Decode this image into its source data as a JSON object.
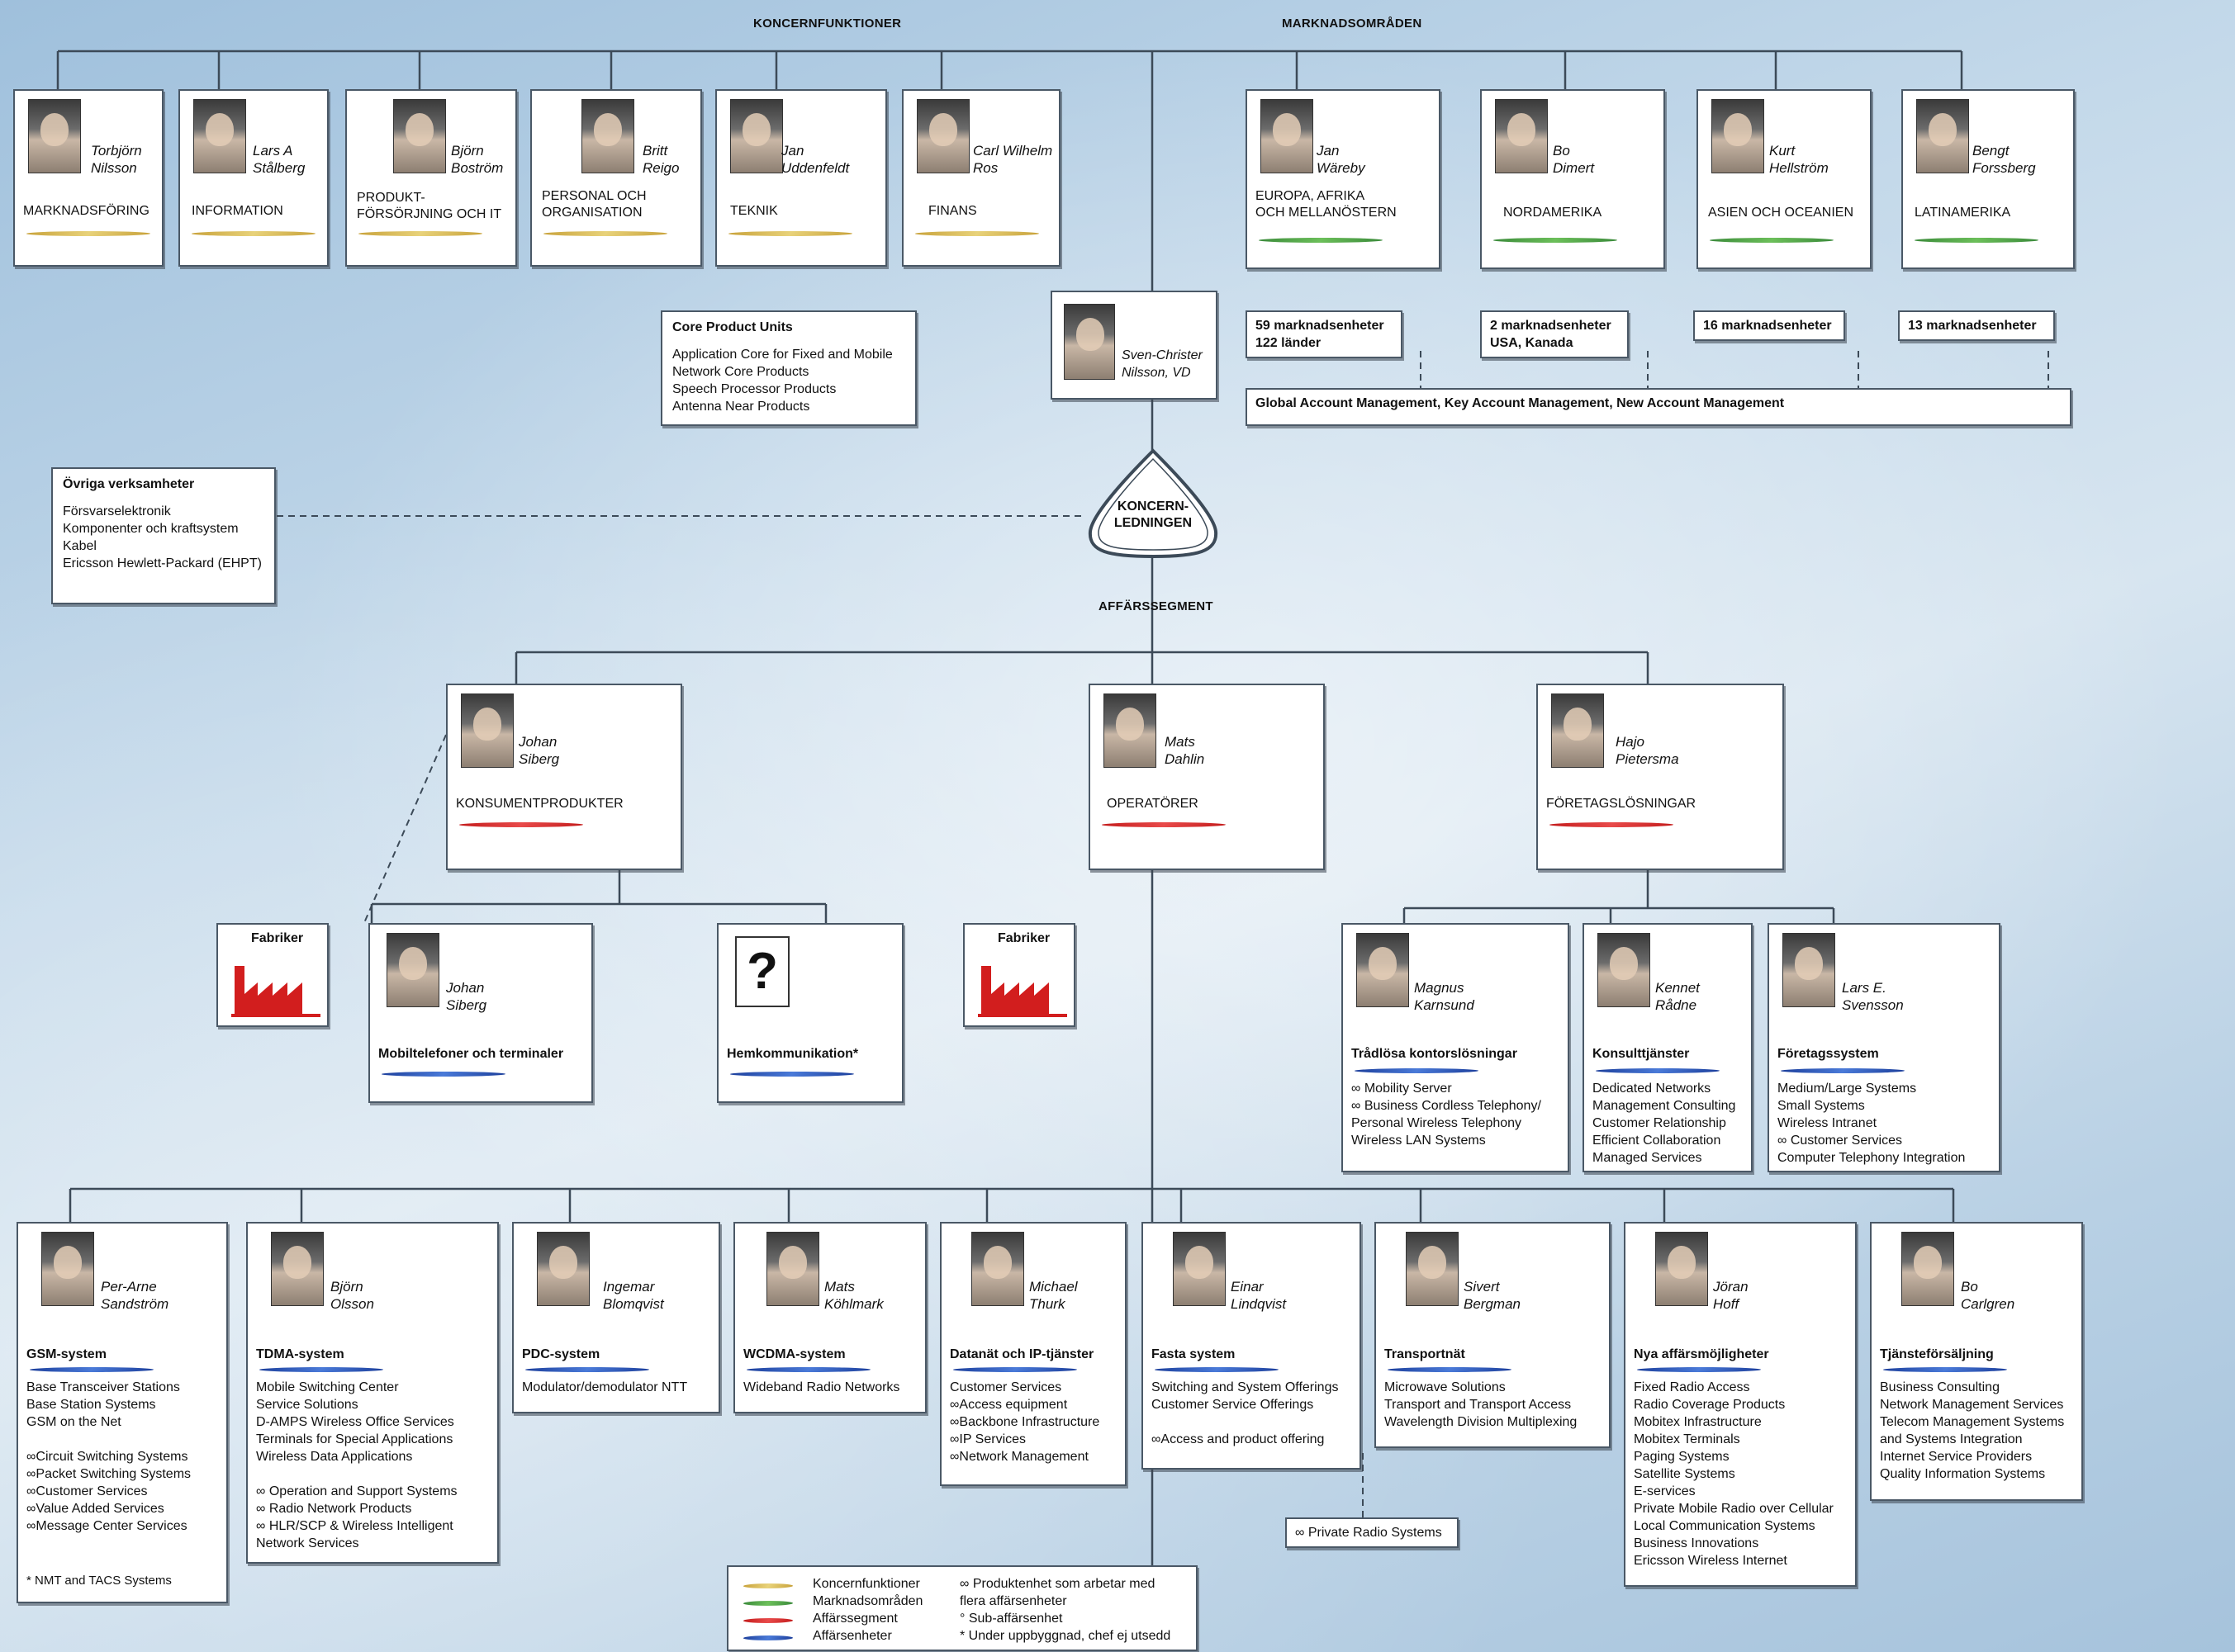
{
  "headings": {
    "koncernfunktioner": "KONCERNFUNKTIONER",
    "marknadsomraden": "MARKNADSOMRÅDEN",
    "affarssegment": "AFFÄRSSEGMENT"
  },
  "top_functions": [
    {
      "name": "Torbjörn\nNilsson",
      "unit": "MARKNADSFÖRING"
    },
    {
      "name": "Lars A\nStålberg",
      "unit": "INFORMATION"
    },
    {
      "name": "Björn\nBoström",
      "unit": "PRODUKT-\nFÖRSÖRJNING OCH IT"
    },
    {
      "name": "Britt\nReigo",
      "unit": "PERSONAL OCH\nORGANISATION"
    },
    {
      "name": "Jan\nUddenfeldt",
      "unit": "TEKNIK"
    },
    {
      "name": "Carl Wilhelm\nRos",
      "unit": "FINANS"
    }
  ],
  "market_areas": [
    {
      "name": "Jan\nWäreby",
      "unit": "EUROPA, AFRIKA\nOCH MELLANÖSTERN",
      "count": "59 marknadsenheter\n122 länder"
    },
    {
      "name": "Bo\nDimert",
      "unit": "NORDAMERIKA",
      "count": "2 marknadsenheter\nUSA, Kanada"
    },
    {
      "name": "Kurt\nHellström",
      "unit": "ASIEN OCH OCEANIEN",
      "count": "16 marknadsenheter"
    },
    {
      "name": "Bengt\nForssberg",
      "unit": "LATINAMERIKA",
      "count": "13 marknadsenheter"
    }
  ],
  "core_product_units": {
    "title": "Core Product Units",
    "items": "Application Core for Fixed and Mobile\nNetwork Core Products\nSpeech Processor Products\nAntenna Near Products"
  },
  "ceo": {
    "name": "Sven-Christer\nNilsson, VD"
  },
  "global_account": "Global Account Management, Key Account Management, New Account Management",
  "ovriga": {
    "title": "Övriga verksamheter",
    "items": "Försvarselektronik\nKomponenter och kraftsystem\nKabel\nEricsson Hewlett-Packard (EHPT)"
  },
  "koncernledningen": "KONCERN-\nLEDNINGEN",
  "segments": [
    {
      "name": "Johan\nSiberg",
      "unit": "KONSUMENTPRODUKTER"
    },
    {
      "name": "Mats\nDahlin",
      "unit": "OPERATÖRER"
    },
    {
      "name": "Hajo\nPietersma",
      "unit": "FÖRETAGSLÖSNINGAR"
    }
  ],
  "fabriker": "Fabriker",
  "consumer_units": [
    {
      "name": "Johan\nSiberg",
      "unit": "Mobiltelefoner och terminaler"
    },
    {
      "name": "",
      "unit": "Hemkommunikation*",
      "question": "?"
    }
  ],
  "enterprise_units": [
    {
      "name": "Magnus\nKarnsund",
      "unit": "Trådlösa kontorslösningar",
      "items": "∞ Mobility Server\n∞ Business Cordless Telephony/\n     Personal Wireless Telephony\nWireless LAN Systems"
    },
    {
      "name": "Kennet\nRådne",
      "unit": "Konsulttjänster",
      "items": "Dedicated Networks\nManagement Consulting\nCustomer Relationship\nEfficient Collaboration\nManaged Services"
    },
    {
      "name": "Lars E.\nSvensson",
      "unit": "Företagssystem",
      "items": "Medium/Large Systems\nSmall Systems\nWireless Intranet\n∞ Customer Services\nComputer Telephony Integration"
    }
  ],
  "operator_units": [
    {
      "name": "Per-Arne\nSandström",
      "unit": "GSM-system",
      "items": "Base Transceiver Stations\nBase Station Systems\nGSM on the Net\n\n∞Circuit Switching Systems\n∞Packet Switching Systems\n∞Customer Services\n∞Value Added Services\n∞Message Center Services",
      "footnote": "* NMT and TACS Systems"
    },
    {
      "name": "Björn\nOlsson",
      "unit": "TDMA-system",
      "items": "Mobile Switching Center\nService Solutions\nD-AMPS Wireless Office Services\nTerminals for Special Applications\nWireless Data Applications\n\n∞ Operation and Support Systems\n∞ Radio Network Products\n∞ HLR/SCP & Wireless Intelligent\n     Network Services"
    },
    {
      "name": "Ingemar\nBlomqvist",
      "unit": "PDC-system",
      "items": "Modulator/demodulator NTT"
    },
    {
      "name": "Mats\nKöhlmark",
      "unit": "WCDMA-system",
      "items": "Wideband Radio Networks"
    },
    {
      "name": "Michael\nThurk",
      "unit": "Datanät och IP-tjänster",
      "items": "Customer Services\n∞Access equipment\n∞Backbone Infrastructure\n∞IP Services\n∞Network Management"
    },
    {
      "name": "Einar\nLindqvist",
      "unit": "Fasta system",
      "items": "Switching and System Offerings\nCustomer Service Offerings\n\n∞Access and product offering"
    },
    {
      "name": "Sivert\nBergman",
      "unit": "Transportnät",
      "items": "Microwave Solutions\nTransport and Transport Access\nWavelength Division Multiplexing"
    },
    {
      "name": "Jöran\nHoff",
      "unit": "Nya affärsmöjligheter",
      "items": "Fixed Radio Access\nRadio Coverage Products\nMobitex Infrastructure\nMobitex Terminals\nPaging Systems\nSatellite Systems\nE-services\nPrivate Mobile Radio over Cellular\nLocal Communication Systems\nBusiness Innovations\nEricsson Wireless Internet"
    },
    {
      "name": "Bo\nCarlgren",
      "unit": "Tjänsteförsäljning",
      "items": "Business Consulting\nNetwork Management Services\nTelecom Management Systems\n  and Systems Integration\nInternet Service Providers\nQuality Information Systems"
    }
  ],
  "private_radio": "∞ Private Radio Systems",
  "legend": {
    "colors": [
      {
        "label": "Koncernfunktioner",
        "color": "#c8a23a"
      },
      {
        "label": "Marknadsområden",
        "color": "#3a8a3a"
      },
      {
        "label": "Affärssegment",
        "color": "#c41c1c"
      },
      {
        "label": "Affärsenheter",
        "color": "#1c3f9c"
      }
    ],
    "notes": "∞ Produktenhet som arbetar med\n    flera affärsenheter\n° Sub-affärsenhet\n* Under uppbyggnad, chef ej utsedd"
  }
}
